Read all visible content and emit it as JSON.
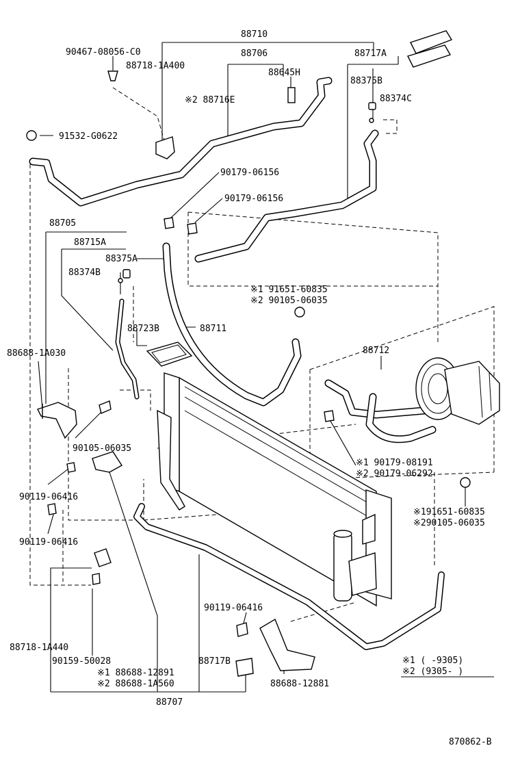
{
  "labels": {
    "p88710": "88710",
    "p88706": "88706",
    "p90467": "90467-08056-C0",
    "p88718_1A400": "88718-1A400",
    "p88645H": "88645H",
    "p88717A": "88717A",
    "p88375B": "88375B",
    "p88374C": "88374C",
    "p88716E": "※2 88716E",
    "p91532": "91532-G0622",
    "p90179a": "90179-06156",
    "p90179b": "90179-06156",
    "p88705": "88705",
    "p88715A": "88715A",
    "p88375A": "88375A",
    "p88374B": "88374B",
    "p91651a": "※1 91651-60835",
    "p90105a": "※2 90105-06035",
    "p88723B": "88723B",
    "p88711": "88711",
    "p88688_1A030": "88688-1A030",
    "p88712": "88712",
    "p90105b": "90105-06035",
    "p90179c": "※1  90179-08191",
    "p90179d": "※2  90179-06292",
    "p90119a": "90119-06416",
    "p90119b": "90119-06416",
    "p91651b": "※191651-60835",
    "p90105c": "※290105-06035",
    "p90119c": "90119-06416",
    "p88718_1A440": "88718-1A440",
    "p90159": "90159-50028",
    "p88717B": "88717B",
    "p88688_12891": "※1  88688-12891",
    "p88688_1A560": "※2  88688-1A560",
    "p88688_12881": "88688-12881",
    "p88707": "88707",
    "note1": "※1  (      -9305)",
    "note2": "※2  (9305-      )",
    "diagram_code": "870862-B"
  }
}
